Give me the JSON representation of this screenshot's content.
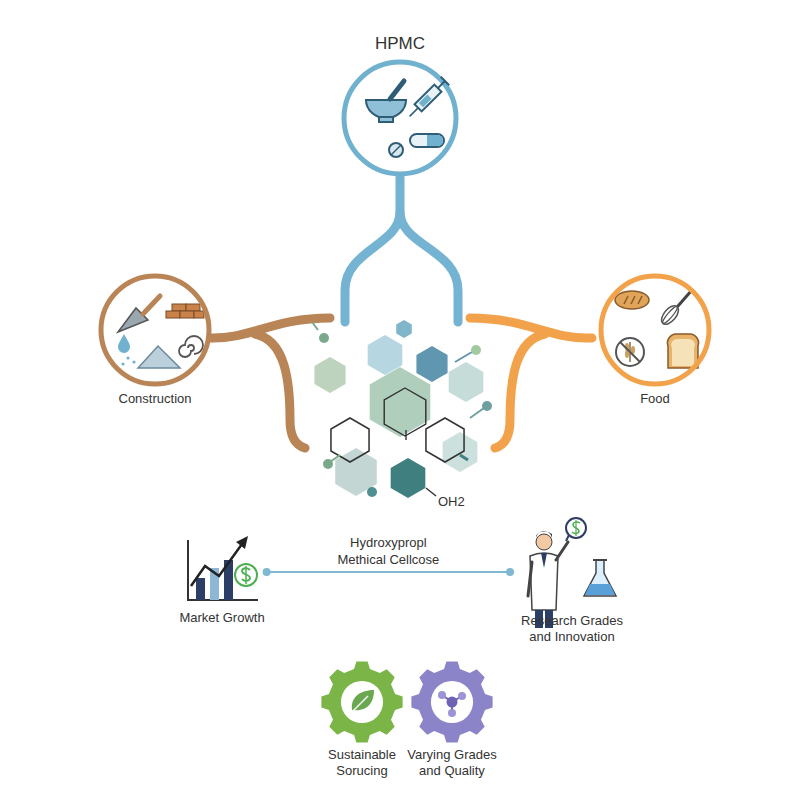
{
  "diagram": {
    "title": "HPMC",
    "nodes": [
      {
        "text": [
          "Construction"
        ]
      },
      {
        "text": [
          "Food"
        ]
      },
      {
        "text": [
          "Market Growth"
        ]
      },
      {
        "text": [
          "Research Grades and Innovation"
        ]
      },
      {
        "text": [
          "Sustainable Sorucing"
        ]
      },
      {
        "text": [
          "Varying Grades and Quality"
        ]
      }
    ],
    "edges": [
      {
        "from": 2,
        "to": 3,
        "label": "Hydroxypropl Methical Cellcose",
        "arrow": "none"
      }
    ],
    "labels": [
      "OH2"
    ]
  }
}
